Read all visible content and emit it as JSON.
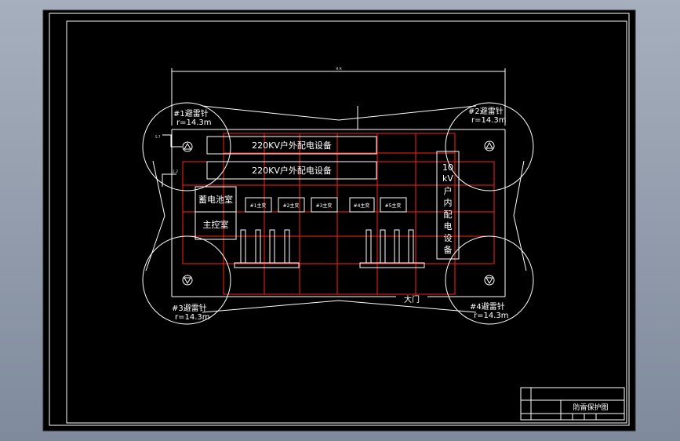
{
  "drawing": {
    "dim_top": "××",
    "rods": [
      {
        "name": "#1避雷针",
        "radius": "r=14.3m"
      },
      {
        "name": "#2避雷针",
        "radius": "r=14.3m"
      },
      {
        "name": "#3避雷针",
        "radius": "r=14.3m"
      },
      {
        "name": "#4避雷针",
        "radius": "r=14.3m"
      }
    ],
    "equip_220_a": "220KV户外配电设备",
    "equip_220_b": "220KV户外配电设备",
    "equip_10kv": [
      "10",
      "kV",
      "户",
      "内",
      "配",
      "电",
      "设",
      "备"
    ],
    "battery_room": "蓄电池室",
    "control_room": "主控室",
    "transformers": [
      "#1主变",
      "#2主变",
      "#3主变",
      "#4主变",
      "#5主变"
    ],
    "gate": "大门",
    "small_dim_left": "5.7",
    "small_dim_left2": "11.2"
  },
  "title_block": {
    "title": "防雷保护图"
  },
  "colors": {
    "background": "#000000",
    "linework": "#ffffff",
    "grid": "#ff2020",
    "frame": "#a6afbd"
  }
}
